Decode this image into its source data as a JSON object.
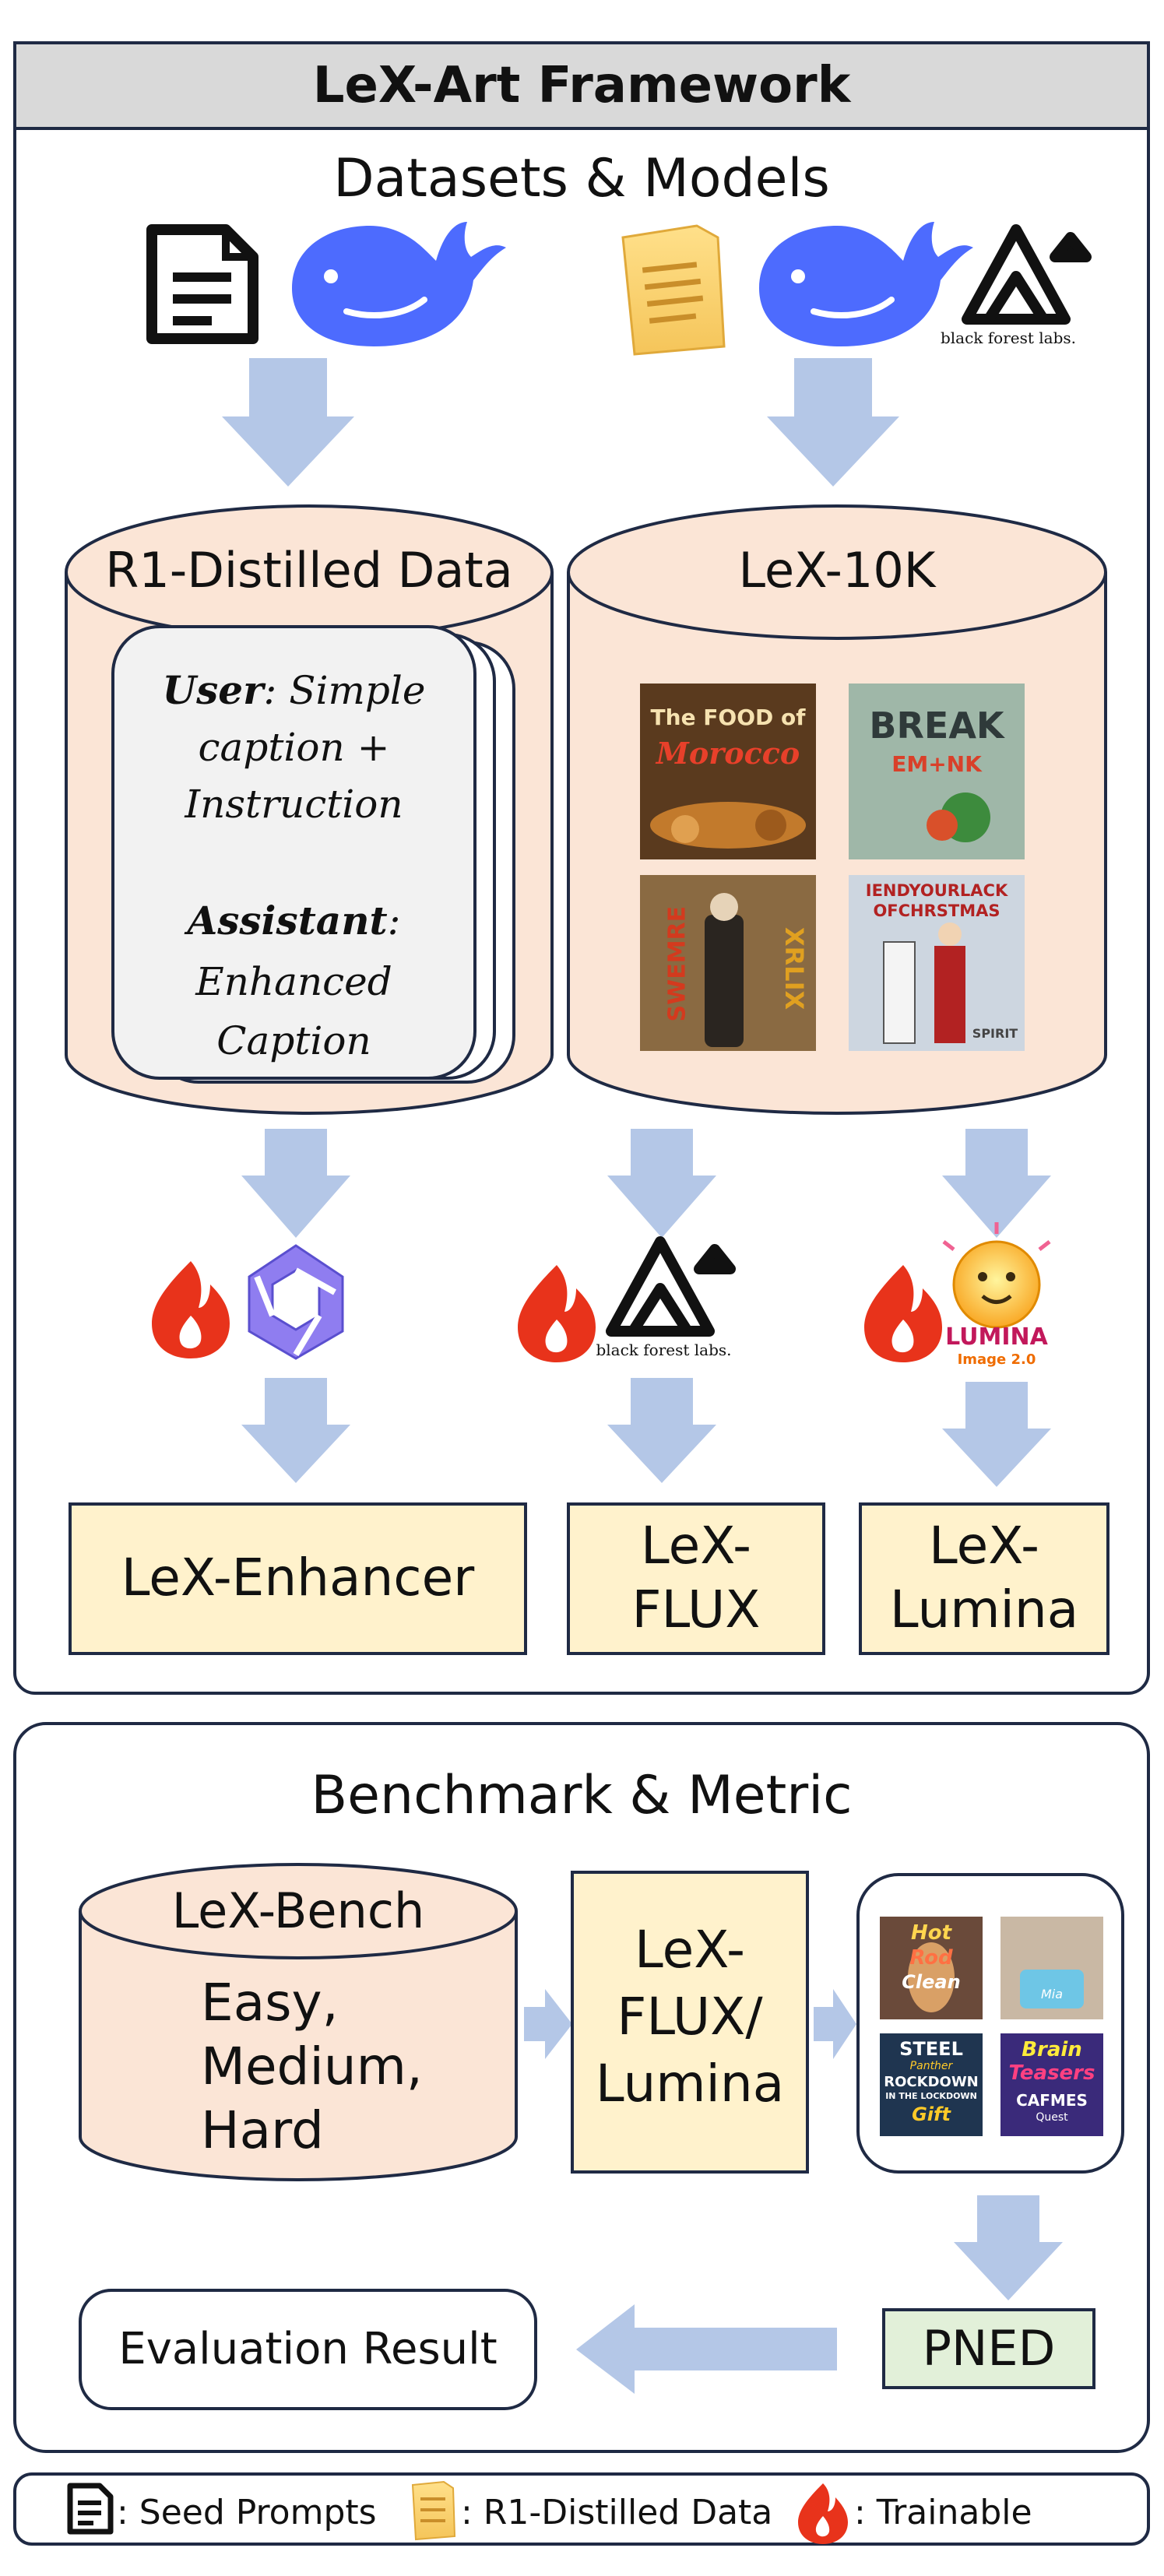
{
  "title": "LeX-Art Framework",
  "section1": {
    "heading": "Datasets & Models",
    "r1_distilled": {
      "label": "R1-Distilled Data",
      "user_label": "User",
      "user_text_1": ": Simple",
      "user_text_2": "caption +",
      "user_text_3": "Instruction",
      "assistant_label": "Assistant",
      "assistant_colon": ":",
      "assistant_text_1": "Enhanced",
      "assistant_text_2": "Caption"
    },
    "lex10k": {
      "label": "LeX-10K",
      "thumbnails": [
        {
          "line1": "The FOOD of",
          "line2": "Morocco"
        },
        {
          "line1": "BREAK",
          "line2": "EM+NK"
        },
        {
          "line1": "SWEMRE",
          "line2": "XRLIX"
        },
        {
          "line1": "IENDYOURLACK",
          "line2": "OFCHRSTMAS",
          "line3": "SPIRIT"
        }
      ]
    },
    "bfl_logo_text": "black forest labs.",
    "lumina_logo_text": "LUMINA",
    "lumina_logo_sub": "Image 2.0",
    "outputs": {
      "enhancer": "LeX-Enhancer",
      "flux_1": "LeX-",
      "flux_2": "FLUX",
      "lumina_1": "LeX-",
      "lumina_2": "Lumina"
    }
  },
  "section2": {
    "heading": "Benchmark & Metric",
    "bench": {
      "label": "LeX-Bench",
      "level_1": "Easy,",
      "level_2": "Medium,",
      "level_3": "Hard"
    },
    "model_1": "LeX-",
    "model_2": "FLUX/",
    "model_3": "Lumina",
    "samples": [
      {
        "line1": "Hot",
        "line2": "Rod",
        "line3": "Clean"
      },
      {
        "line1": "Mia"
      },
      {
        "line1": "STEEL",
        "line2": "Panther",
        "line3": "ROCKDOWN",
        "line4": "IN THE LOCKDOWN",
        "line5": "Gift"
      },
      {
        "line1": "Brain",
        "line2": "Teasers",
        "line3": "CAFMES",
        "line4": "Quest"
      }
    ],
    "metric": "PNED",
    "result": "Evaluation Result"
  },
  "legend": {
    "seed": ": Seed Prompts",
    "distilled": ": R1-Distilled Data",
    "trainable": ": Trainable"
  },
  "colors": {
    "arrow": "#b4c7e7",
    "cylinder_fill": "#fbe5d6",
    "output_fill": "#fff2cc",
    "metric_fill": "#e2f0d9",
    "title_bar": "#d9d9d9",
    "whale": "#4d6bfe",
    "flame": "#e8331b",
    "card_fill": "#f2f2f2",
    "border": "#1f2a44"
  }
}
